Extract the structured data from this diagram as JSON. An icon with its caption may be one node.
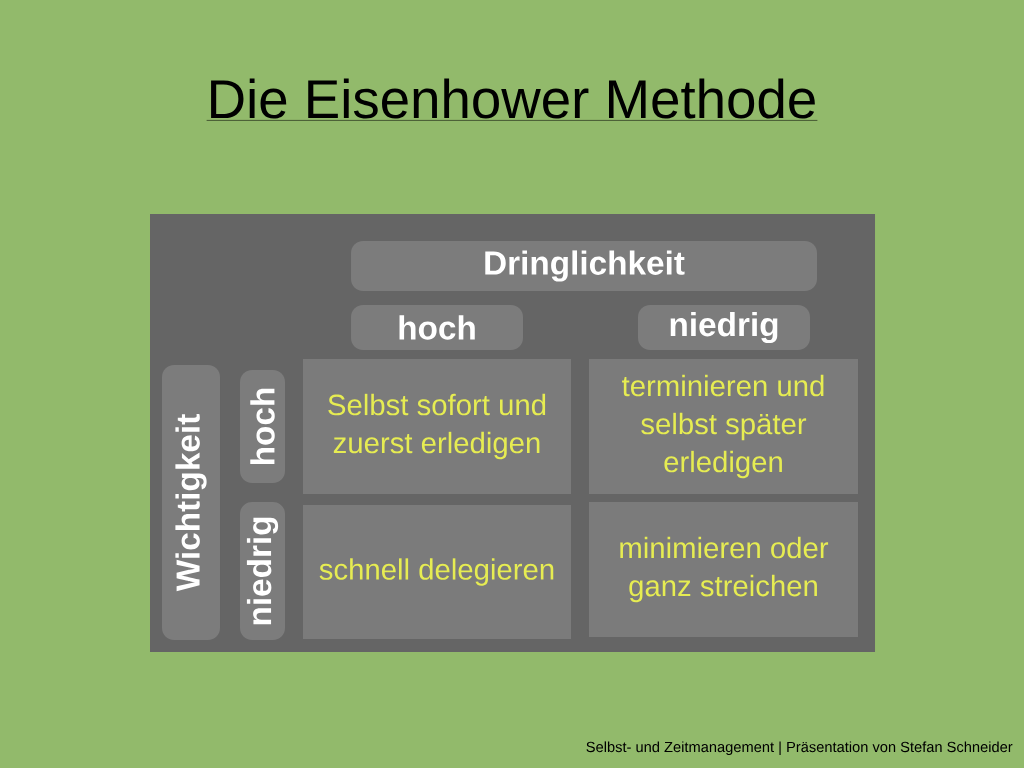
{
  "diagram": {
    "title": "Die Eisenhower Methode",
    "nodes": [
      {
        "text": [],
        "shape": "box"
      },
      {
        "text": [
          "Dringlichkeit"
        ],
        "in": 0
      },
      {
        "text": [
          "hoch"
        ],
        "in": 0
      },
      {
        "text": [
          "niedrig"
        ],
        "in": 0
      },
      {
        "text": [
          "Wichtigkeit"
        ],
        "in": 0
      },
      {
        "text": [
          "hoch"
        ],
        "in": 0
      },
      {
        "text": [
          "Selbst sofort und zuerst erledigen"
        ],
        "in": 0
      },
      {
        "text": [
          "terminieren und selbst später erledigen"
        ],
        "in": 0
      },
      {
        "text": [
          "niedrig"
        ],
        "in": 0
      },
      {
        "text": [
          "schnell delegieren"
        ],
        "in": 0
      },
      {
        "text": [
          "minimieren oder ganz streichen"
        ],
        "in": 0
      }
    ],
    "labels": [
      "Selbst- und Zeitmanagement | Präsentation von Stefan Schneider"
    ]
  }
}
